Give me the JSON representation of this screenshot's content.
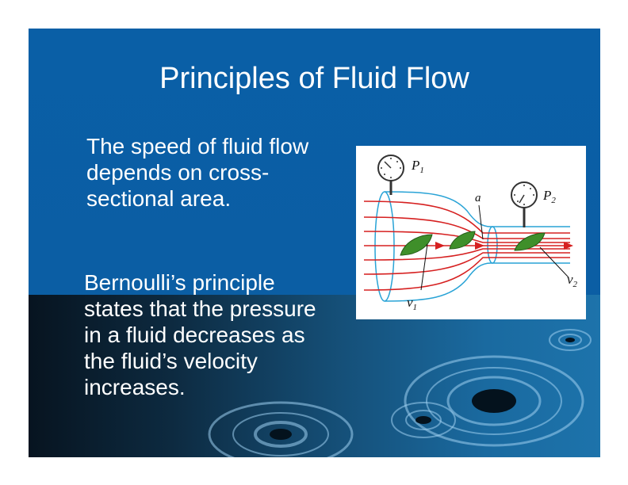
{
  "slide": {
    "title": "Principles of Fluid Flow",
    "paragraph1": [
      "The speed of fluid flow",
      "depends on cross-",
      "sectional area."
    ],
    "paragraph2": [
      "Bernoulli’s principle",
      "states that the pressure",
      "in a fluid decreases as",
      "the fluid’s velocity",
      "increases."
    ]
  },
  "figure": {
    "labels": {
      "p1": "P",
      "p1_sub": "1",
      "p2": "P",
      "p2_sub": "2",
      "a": "a",
      "v1": "v",
      "v1_sub": "1",
      "v2": "v",
      "v2_sub": "2"
    }
  },
  "colors": {
    "background": "#0b5ea4",
    "text": "#ffffff",
    "flow_lines": "#d62020",
    "pipe": "#29a3d6",
    "leaf": "#3f8f2a"
  }
}
